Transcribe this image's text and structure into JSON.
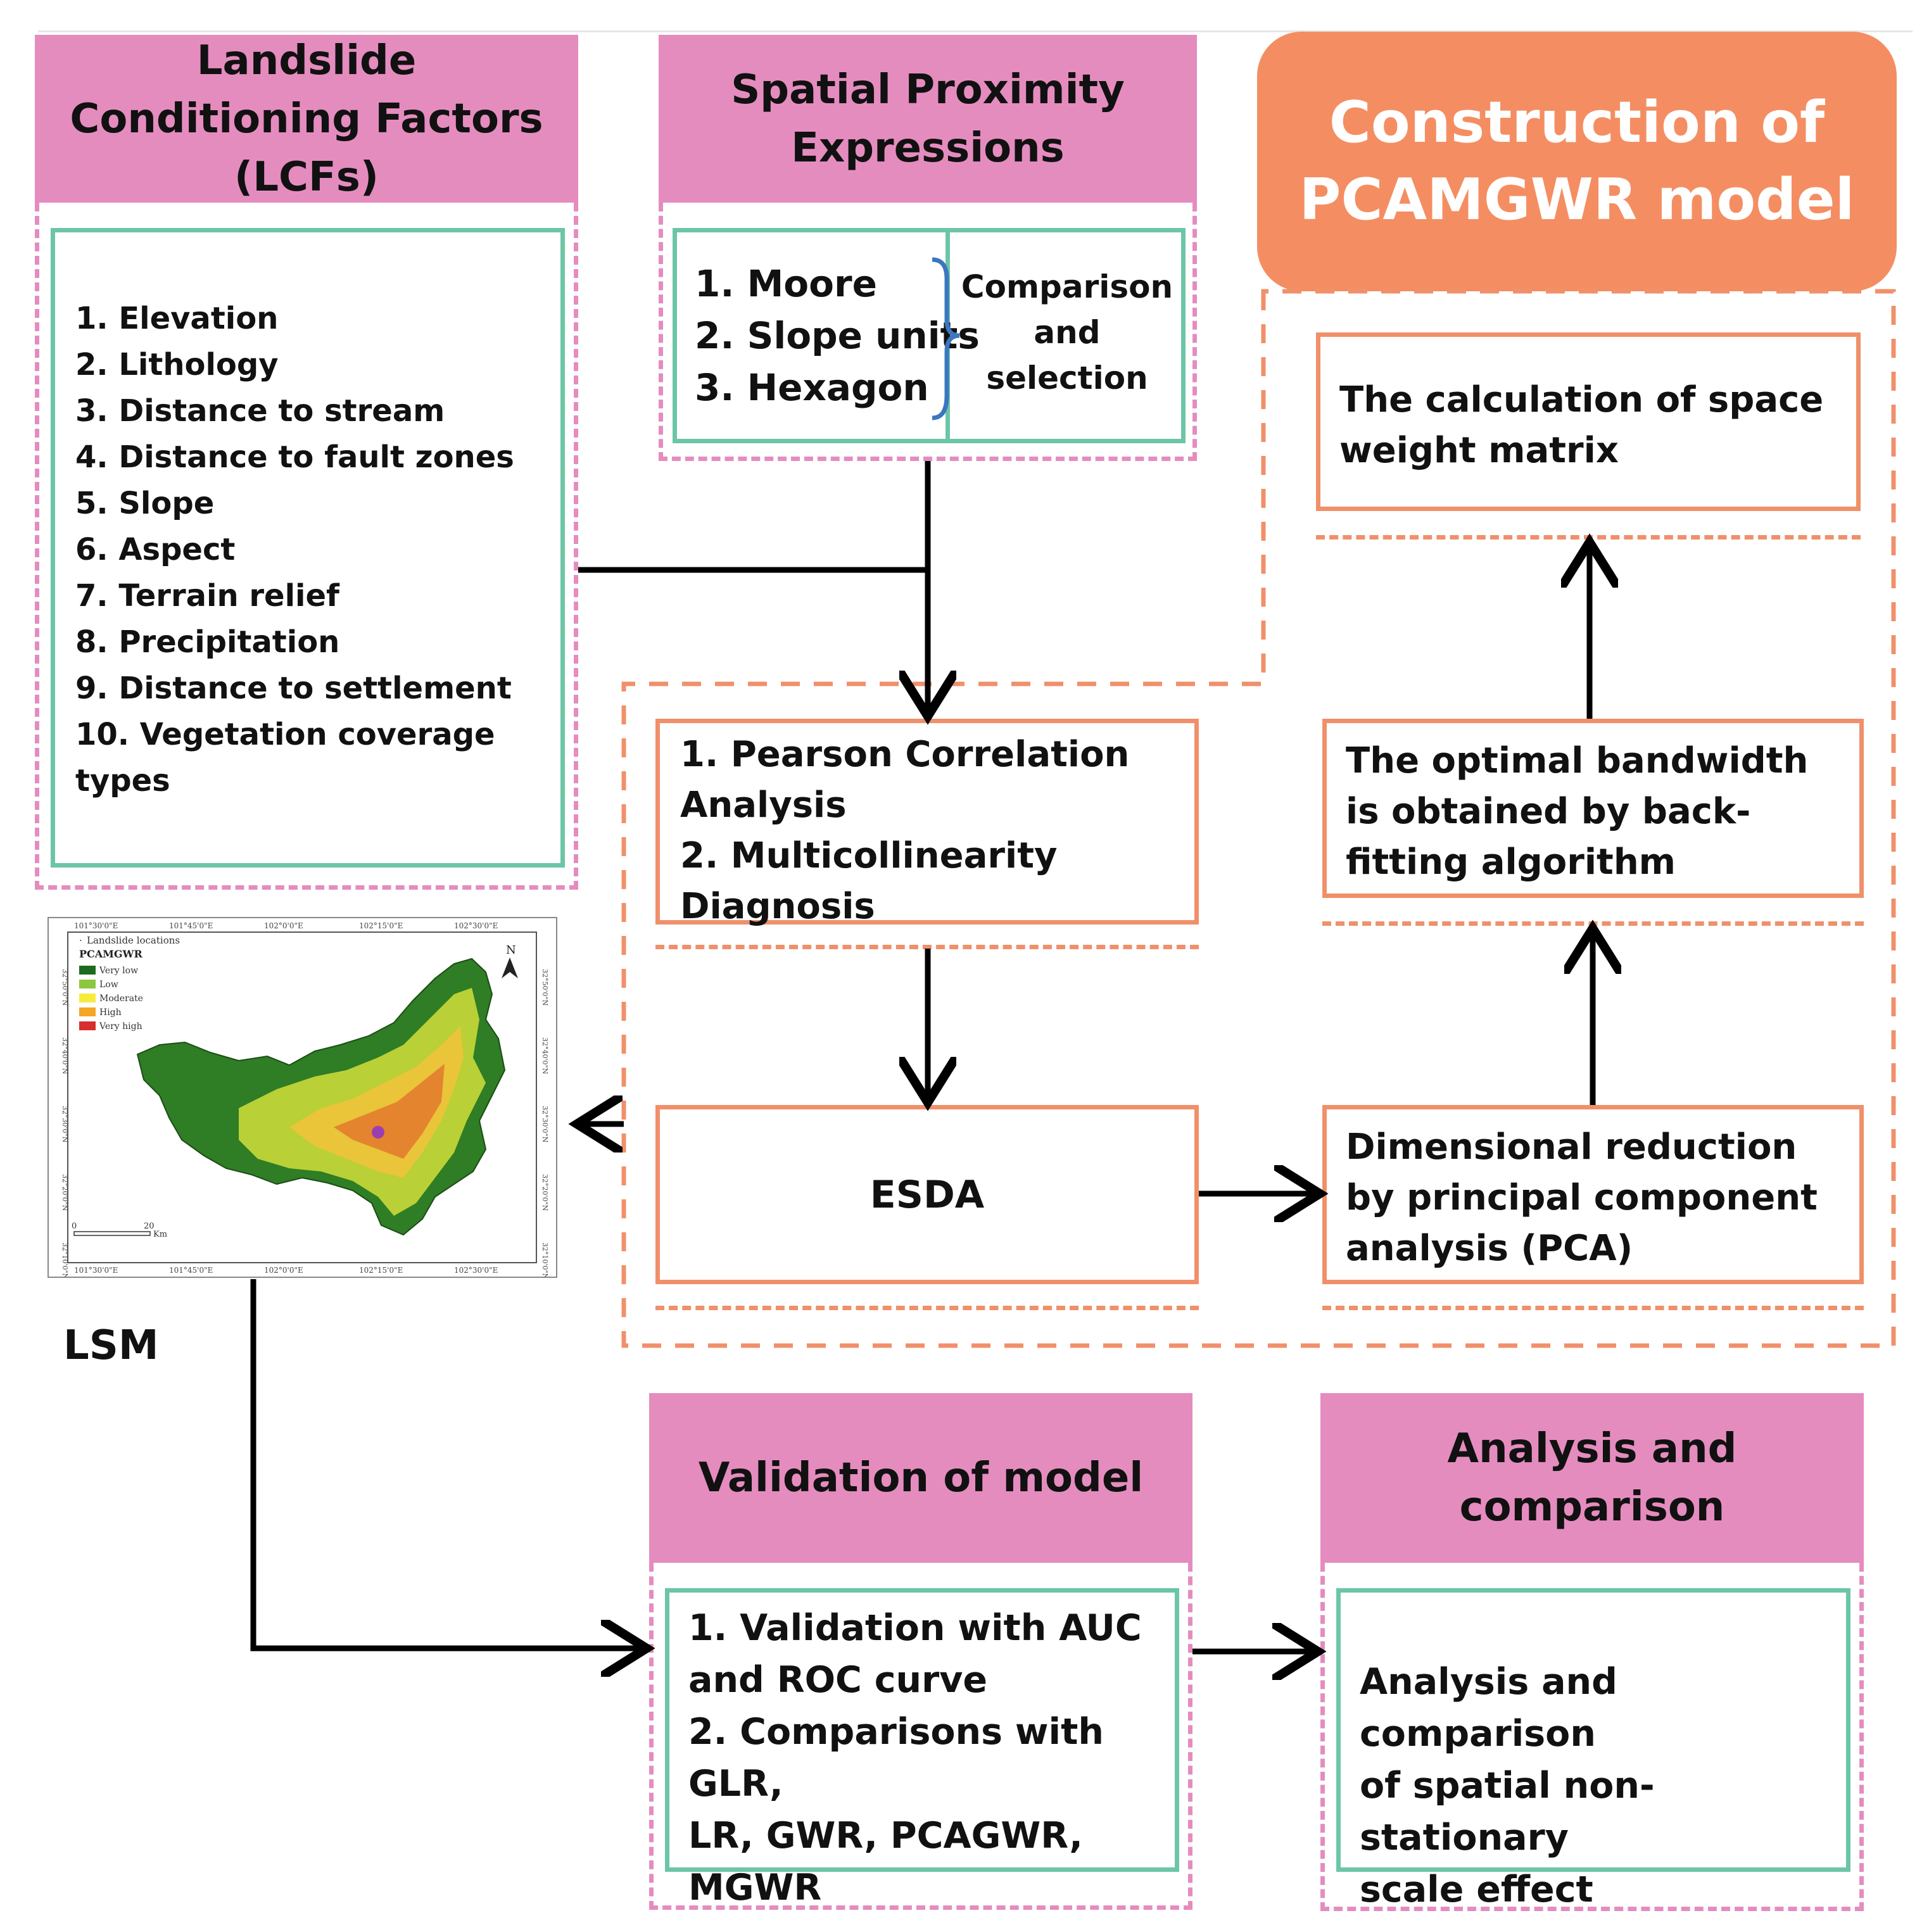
{
  "lcf": {
    "title": "Landslide Conditioning Factors (LCFs)",
    "items": [
      "1. Elevation",
      "2. Lithology",
      "3. Distance to stream",
      "4. Distance to fault zones",
      "5. Slope",
      "6. Aspect",
      "7. Terrain relief",
      "8. Precipitation",
      "9. Distance to settlement",
      "10. Vegetation coverage",
      "types"
    ]
  },
  "proximity": {
    "title": "Spatial Proximity Expressions",
    "items": [
      "1. Moore",
      "2. Slope units",
      "3. Hexagon"
    ],
    "note": "Comparison and selection"
  },
  "construction": {
    "title": "Construction of PCAMGWR model",
    "space_weight": "The calculation of space weight matrix",
    "bandwidth": "The optimal bandwidth is obtained by back-fitting algorithm",
    "pca": "Dimensional reduction by principal component analysis (PCA)",
    "pearson": "1. Pearson  Correlation Analysis\n2. Multicollinearity Diagnosis",
    "esda": "ESDA"
  },
  "map": {
    "legend_points": "Landslide locations",
    "legend_title": "PCAMGWR",
    "classes": [
      {
        "label": "Very low",
        "color": "#1e6b1e"
      },
      {
        "label": "Low",
        "color": "#8dc63f"
      },
      {
        "label": "Moderate",
        "color": "#f6ec3b"
      },
      {
        "label": "High",
        "color": "#f5a623"
      },
      {
        "label": "Very high",
        "color": "#d62f2f"
      }
    ],
    "lon_ticks": [
      "101°30'0\"E",
      "101°45'0\"E",
      "102°0'0\"E",
      "102°15'0\"E",
      "102°30'0\"E"
    ],
    "lat_ticks": [
      "32°50'0\"N",
      "32°40'0\"N",
      "32°30'0\"N",
      "32°20'0\"N",
      "32°10'0\"N"
    ],
    "north": "N",
    "scale_start": "0",
    "scale_end": "20",
    "scale_unit": "Km",
    "caption": "LSM"
  },
  "validation": {
    "title": "Validation of model",
    "body": "1. Validation with AUC\nand ROC curve\n2. Comparisons with GLR,\nLR, GWR, PCAGWR,\nMGWR"
  },
  "analysis": {
    "title": "Analysis and comparison",
    "body": "Analysis and comparison\nof spatial non-stationary\nscale effect"
  }
}
